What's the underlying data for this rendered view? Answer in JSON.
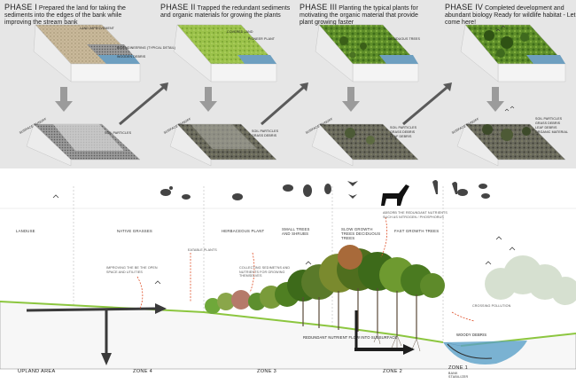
{
  "phases": [
    {
      "title": "PHASE I",
      "desc": "Prepared the land for taking the sediments into the edges of the bank while improving the stream bank",
      "top_labels": [
        "LAND IMPROVEMENT",
        "BIOENGINEERING (TYPICAL DETAIL)",
        "WOODEN DEBRIS"
      ],
      "bottom_labels": [
        "SURFACE RUNOFF",
        "SOIL PARTICLES"
      ]
    },
    {
      "title": "PHASE II",
      "desc": "Trapped the redundant sediments and organic materials for growing the plants",
      "top_labels": [
        "COVERED LAND",
        "PIONEER PLANT"
      ],
      "bottom_labels": [
        "SURFACE RUNOFF",
        "SOIL PARTICLES",
        "GRASS DEBRIS"
      ]
    },
    {
      "title": "PHASE III",
      "desc": "Planting the typical plants for motivating the organic material that provide plant growing faster",
      "top_labels": [
        "DECIDUOUS TREES"
      ],
      "bottom_labels": [
        "SURFACE RUNOFF",
        "SOIL PARTICLES",
        "GRASS DEBRIS",
        "LEAF DEBRIS"
      ]
    },
    {
      "title": "PHASE IV",
      "desc": "Completed development and abundant biology Ready for wildlife habitat - Let come here!",
      "top_labels": [],
      "bottom_labels": [
        "SURFACE RUNOFF",
        "SOIL PARTICLES",
        "GRASS DEBRIS",
        "LEAF DEBRIS",
        "ORGANIC MATERIAL"
      ]
    }
  ],
  "section": {
    "zone_labels": [
      "LANDUSE",
      "NATIVE GRASSES",
      "HERBACEOUS PLANT",
      "SMALL TREES AND SHRUBS",
      "SLOW GROWTH TREES DECIDUOUS TREES",
      "FAST GROWTH TREES"
    ],
    "zones": [
      "UPLAND AREA",
      "ZONE 4",
      "ZONE 3",
      "ZONE 2",
      "ZONE 1"
    ],
    "zone1_sub": "BANK STABILIZER",
    "annotations": {
      "improving": "IMPROVING THE BE THE OPEN SPACE AND UTILITIES",
      "eatable": "EATABLE PLANTS",
      "collecting": "COLLECTING SEDIMETNS AND NUTRIENTS FOR GROWING THEMSELVES",
      "absorb": "ABSORB THE REDUNDANT NUTRIENTS SUCH AS NITROGEN / PHOSPHORUS",
      "crossing": "CROSSING POLLUTION",
      "woody": "WOODY DEBRIS",
      "redundant": "REDUNDANT NUTRIENT FLOW INTO SUBSURFACE"
    }
  },
  "colors": {
    "panel_bg": "#e6e6e6",
    "arrow": "#555555",
    "dash": "#e0522b",
    "water": "#5aa0c8",
    "grass": "#8cc63f"
  }
}
